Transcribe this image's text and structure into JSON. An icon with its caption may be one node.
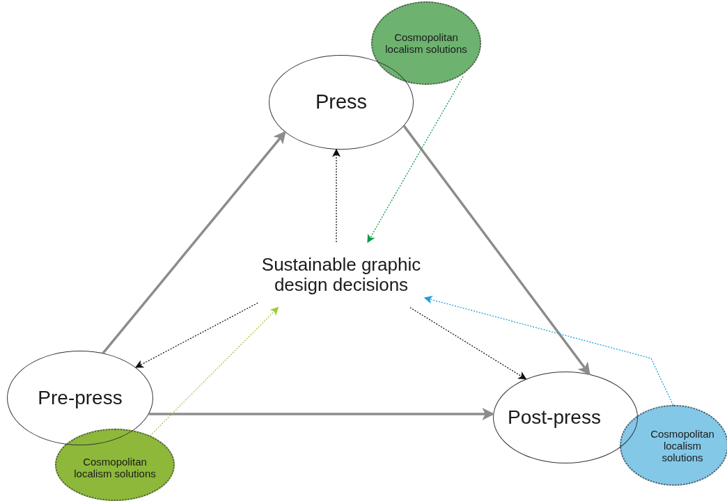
{
  "diagram": {
    "nodes": [
      {
        "text": [
          "Press"
        ]
      },
      {
        "text": [
          "Cosmopolitan localism solutions"
        ]
      },
      {
        "text": [
          "Sustainable graphic design decisions"
        ]
      },
      {
        "text": [
          "Pre-press"
        ]
      },
      {
        "text": [
          "Cosmopolitan localism solutions"
        ]
      },
      {
        "text": [
          "Post-press"
        ]
      },
      {
        "text": [
          "Cosmopolitan localism solutions"
        ]
      }
    ],
    "edges": [
      {
        "from": 3,
        "to": 0,
        "arrow": "to",
        "style": "thick",
        "color": "#8c8c8c"
      },
      {
        "from": 0,
        "to": 5,
        "arrow": "to",
        "style": "thick",
        "color": "#8c8c8c"
      },
      {
        "from": 3,
        "to": 5,
        "arrow": "to",
        "style": "thick",
        "color": "#8c8c8c"
      },
      {
        "from": 2,
        "to": 0,
        "arrow": "to",
        "style": "dashed",
        "color": "#111111"
      },
      {
        "from": 1,
        "to": 2,
        "arrow": "to",
        "style": "dashed",
        "color": "#0a9a4a"
      },
      {
        "from": 2,
        "to": 3,
        "arrow": "to",
        "style": "dashed",
        "color": "#111111"
      },
      {
        "from": 4,
        "to": 2,
        "arrow": "to",
        "style": "dashed",
        "color": "#9acd32"
      },
      {
        "from": 2,
        "to": 5,
        "arrow": "to",
        "style": "dashed",
        "color": "#111111"
      },
      {
        "from": 6,
        "to": 2,
        "arrow": "to",
        "style": "dashed",
        "color": "#1a9fdc"
      }
    ]
  }
}
